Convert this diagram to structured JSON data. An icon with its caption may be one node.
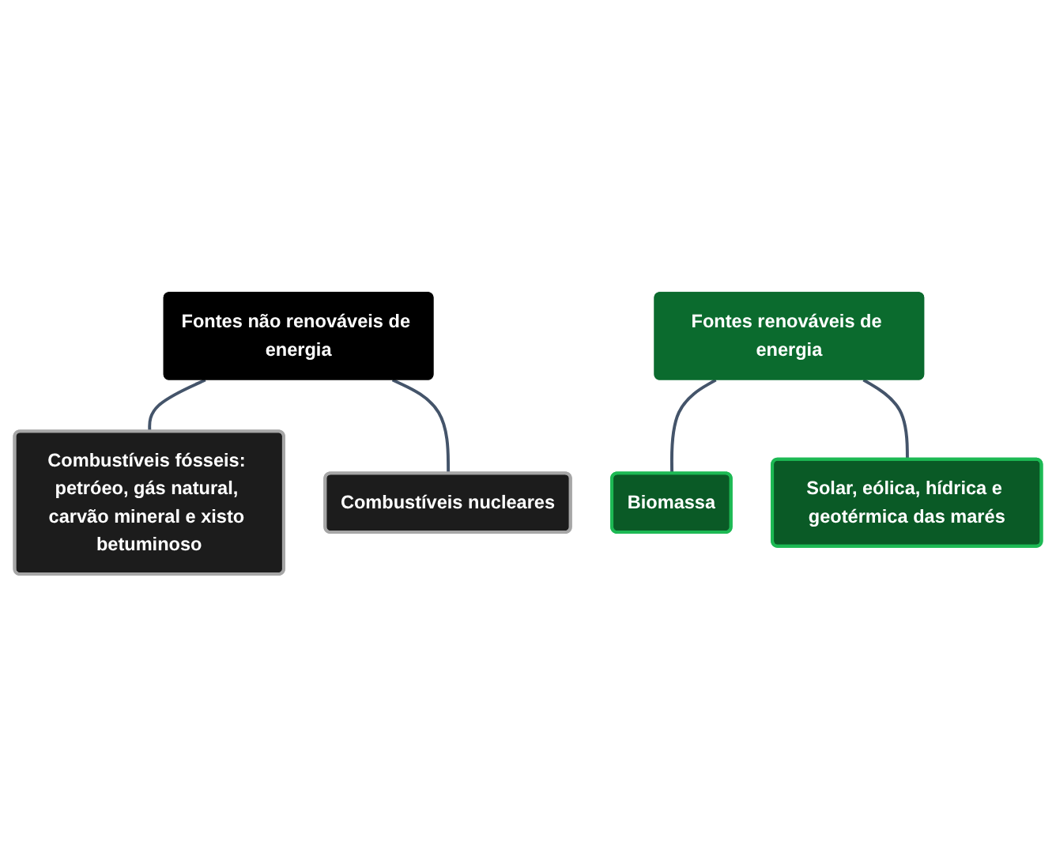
{
  "diagram": {
    "nodes": [
      {
        "text": [
          "Fontes não renováveis de energia"
        ]
      },
      {
        "text": [
          "Combustíveis fósseis: petróeo, gás natural, carvão mineral e xisto betuminoso"
        ]
      },
      {
        "text": [
          "Combustíveis nucleares"
        ]
      },
      {
        "text": [
          "Fontes renováveis de energia"
        ]
      },
      {
        "text": [
          "Biomassa"
        ]
      },
      {
        "text": [
          "Solar, eólica, hídrica e geotérmica das marés"
        ]
      }
    ],
    "edges": [
      {
        "from": 0,
        "to": 1,
        "arrow": "none"
      },
      {
        "from": 0,
        "to": 2,
        "arrow": "none"
      },
      {
        "from": 3,
        "to": 4,
        "arrow": "none"
      },
      {
        "from": 3,
        "to": 5,
        "arrow": "none"
      }
    ]
  }
}
